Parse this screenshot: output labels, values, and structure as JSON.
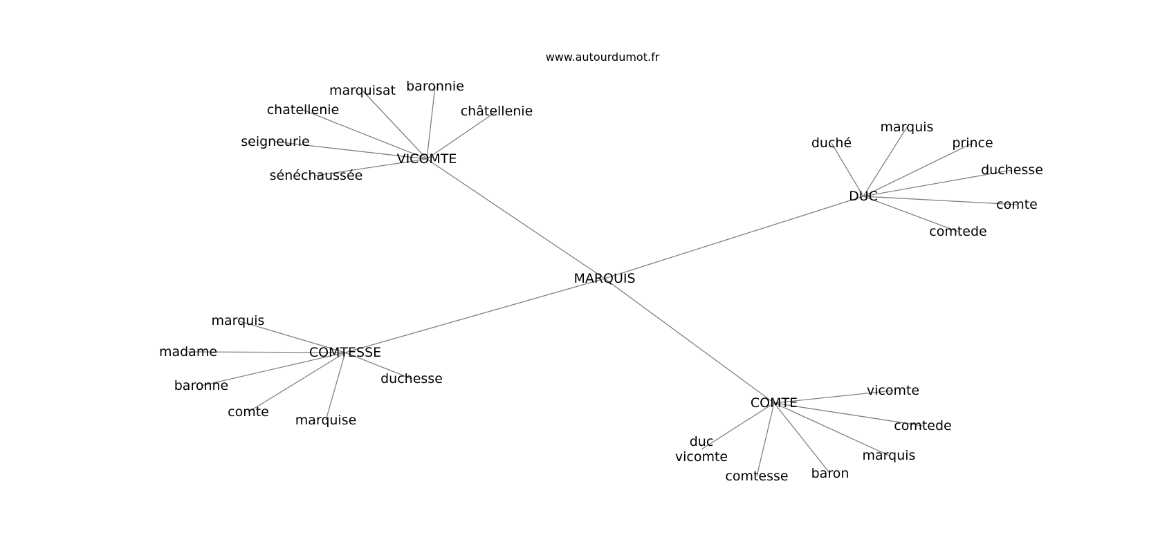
{
  "header": {
    "source": "www.autourdumot.fr"
  },
  "graph": {
    "center": {
      "label": "MARQUIS"
    },
    "hubs": [
      {
        "label": "VICOMTE",
        "leaves": [
          "marquisat",
          "baronnie",
          "châtellenie",
          "chatellenie",
          "seigneurie",
          "sénéchaussée"
        ]
      },
      {
        "label": "DUC",
        "leaves": [
          "duché",
          "marquis",
          "prince",
          "duchesse",
          "comte",
          "comtede"
        ]
      },
      {
        "label": "COMTESSE",
        "leaves": [
          "marquis",
          "madame",
          "baronne",
          "comte",
          "marquise",
          "duchesse"
        ]
      },
      {
        "label": "COMTE",
        "leaves": [
          "vicomte",
          "comtede",
          "marquis",
          "baron",
          "comtesse",
          "duc\nvicomte"
        ]
      }
    ]
  },
  "style": {
    "edge_color": "#808080",
    "text_color": "#000000",
    "background": "#ffffff"
  }
}
